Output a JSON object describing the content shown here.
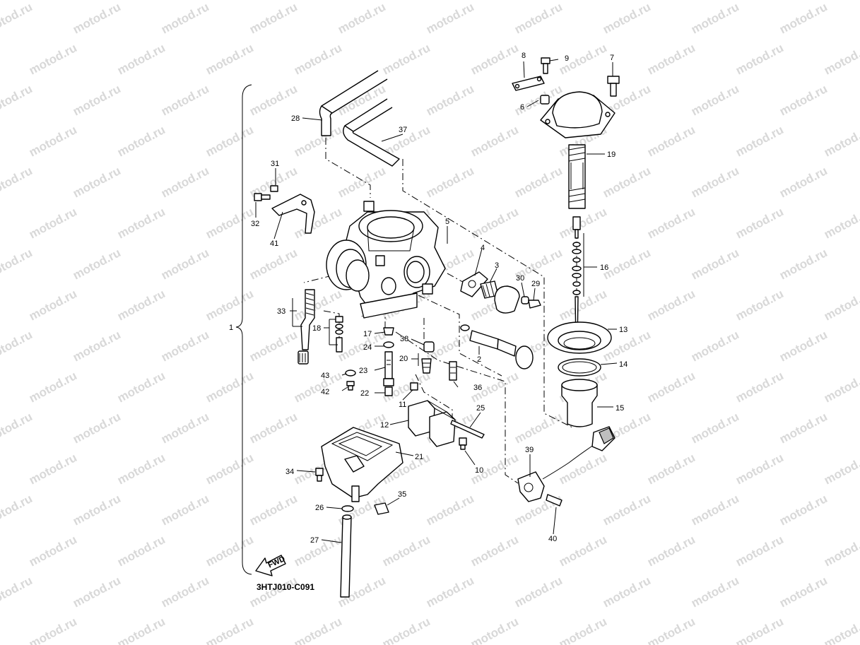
{
  "diagram": {
    "code": "3HTJ010-C091",
    "watermark": "motod.ru",
    "fwd_label": "FWD",
    "callouts": [
      "1",
      "2",
      "3",
      "4",
      "5",
      "6",
      "7",
      "8",
      "9",
      "10",
      "11",
      "12",
      "13",
      "14",
      "15",
      "16",
      "17",
      "18",
      "19",
      "20",
      "21",
      "22",
      "23",
      "24",
      "25",
      "26",
      "27",
      "28",
      "29",
      "30",
      "31",
      "32",
      "33",
      "34",
      "35",
      "36",
      "37",
      "38",
      "39",
      "40",
      "41",
      "42",
      "43"
    ]
  }
}
